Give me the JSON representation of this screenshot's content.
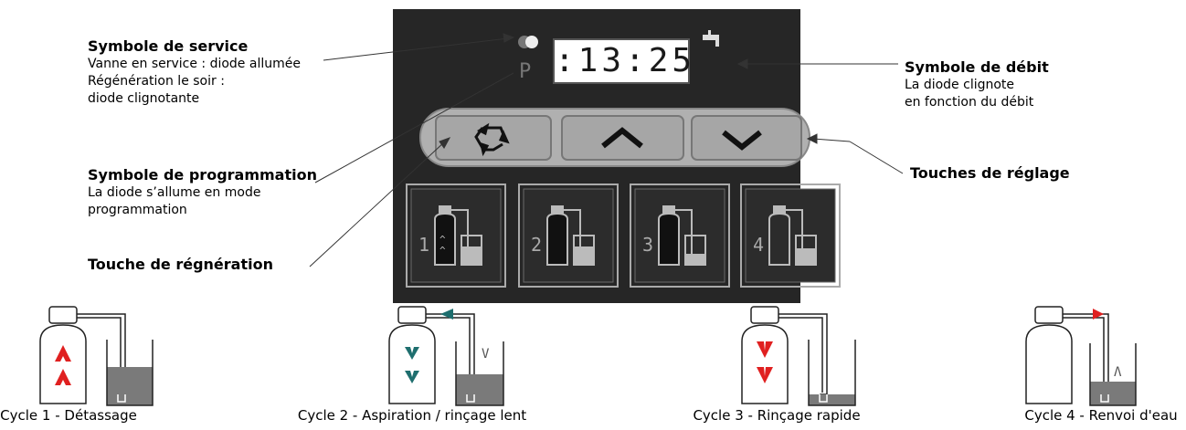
{
  "panel": {
    "display_time": ":13:25",
    "prog_letter": "P",
    "regen_key_icon": "recycle-icon",
    "up_key_icon": "chevron-up-icon",
    "down_key_icon": "chevron-down-icon",
    "cycle_keys": [
      {
        "number": "1",
        "icon": "bottle-upflow-icon"
      },
      {
        "number": "2",
        "icon": "bottle-downflow-icon"
      },
      {
        "number": "3",
        "icon": "bottle-downflow-icon"
      },
      {
        "number": "4",
        "icon": "bottle-fill-icon"
      }
    ],
    "colors": {
      "panel": "#262626",
      "button": "#aaaaaa",
      "display": "#ffffff"
    }
  },
  "labels": {
    "service": {
      "title": "Symbole de service",
      "lines": [
        "Vanne en service : diode allumée",
        "Régénération le soir :",
        "diode clignotante"
      ]
    },
    "programming": {
      "title": "Symbole de programmation",
      "lines": [
        "La diode s’allume en mode",
        "programmation"
      ]
    },
    "regen_key": {
      "title": "Touche de régnération"
    },
    "flow": {
      "title": "Symbole de débit",
      "lines": [
        "La diode clignote",
        "en fonction du débit"
      ]
    },
    "adjust_keys": {
      "title": "Touches de réglage"
    }
  },
  "cycles": [
    {
      "caption": "Cycle 1 - Détassage",
      "arrow_color": "#e02020",
      "direction": "up"
    },
    {
      "caption": "Cycle 2 - Aspiration / rinçage lent",
      "arrow_color": "#1e6e6e",
      "direction": "down"
    },
    {
      "caption": "Cycle 3 - Rinçage rapide",
      "arrow_color": "#e02020",
      "direction": "down"
    },
    {
      "caption": "Cycle 4 - Renvoi d'eau",
      "arrow_color": "#e02020",
      "direction": "fill"
    }
  ]
}
